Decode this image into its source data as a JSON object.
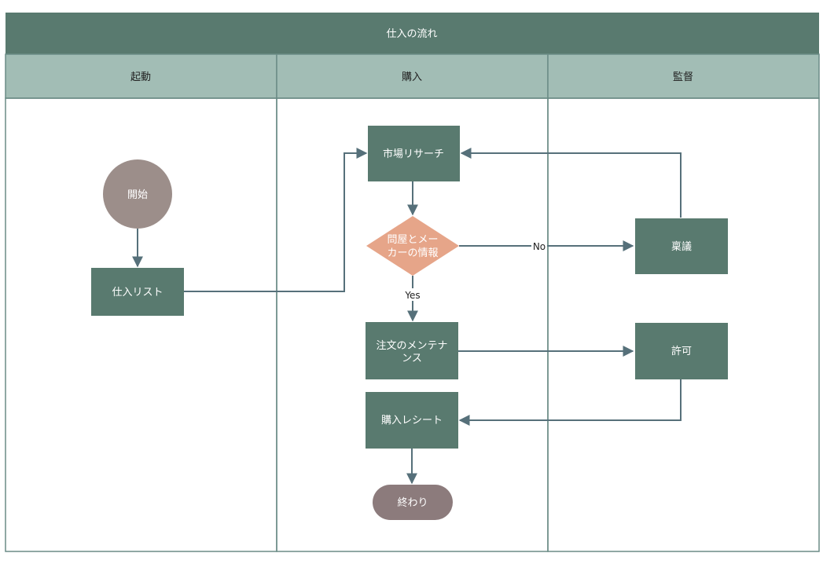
{
  "title": "仕入の流れ",
  "lanes": [
    "起動",
    "購入",
    "監督"
  ],
  "nodes": {
    "start": "開始",
    "list": "仕入リスト",
    "research": "市場リサーチ",
    "decision": [
      "問屋とメー",
      "カーの情報"
    ],
    "maintenance": [
      "注文のメンテナ",
      "ンス"
    ],
    "receipt": "購入レシート",
    "end": "終わり",
    "proposal": "稟議",
    "approval": "許可"
  },
  "edge_labels": {
    "no": "No",
    "yes": "Yes"
  },
  "colors": {
    "header": "#597a6f",
    "lane_header": "#a2bdb5",
    "box": "#597a6f",
    "start": "#9c8e8a",
    "end": "#8c7b7c",
    "decision": "#e6a589",
    "edge": "#56707a",
    "border": "#6b8c86"
  }
}
